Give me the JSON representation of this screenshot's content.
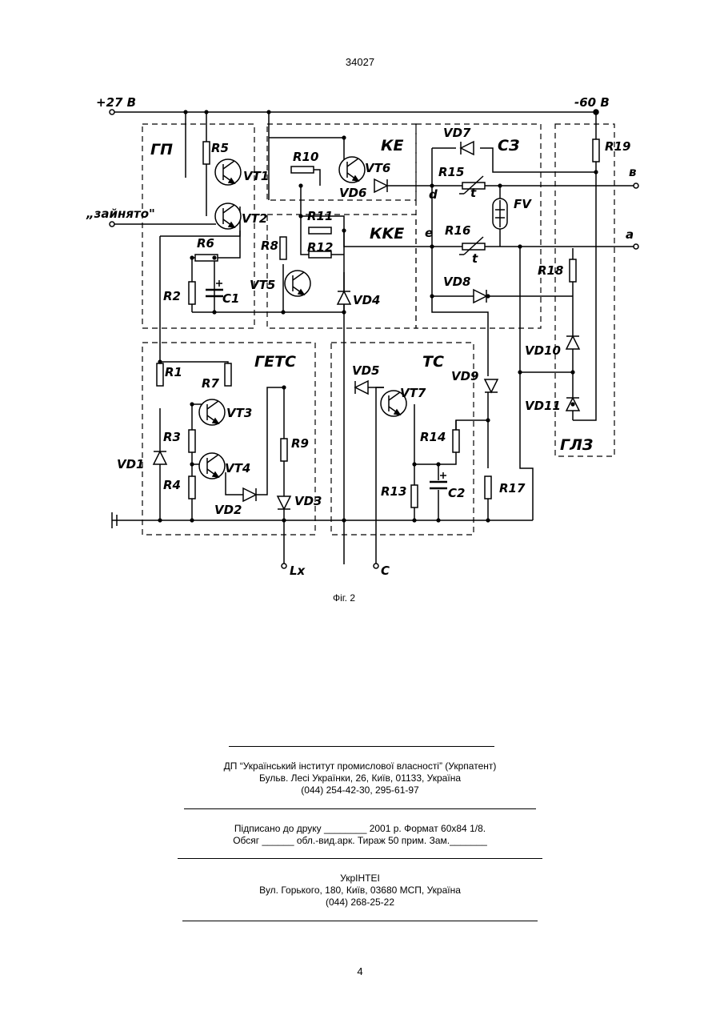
{
  "page": {
    "header_number": "34027",
    "footer_number": "4"
  },
  "figure": {
    "caption": "Фіг. 2",
    "supply_pos": "+27 B",
    "supply_neg": "-60 B",
    "input_busy": "„зайнято\"",
    "blocks": [
      "ГП",
      "КЕ",
      "КKE",
      "СЗ",
      "ГЕТС",
      "ТС",
      "ГЛЗ"
    ],
    "terminals": {
      "b": "в",
      "a": "а",
      "lx": "Lх",
      "c": "C",
      "d": "d",
      "e": "e",
      "fv": "FV"
    },
    "resistors": [
      "R1",
      "R2",
      "R3",
      "R4",
      "R5",
      "R6",
      "R7",
      "R8",
      "R9",
      "R10",
      "R11",
      "R12",
      "R13",
      "R14",
      "R15",
      "R16",
      "R17",
      "R18",
      "R19"
    ],
    "transistors": [
      "VT1",
      "VT2",
      "VT3",
      "VT4",
      "VT5",
      "VT6",
      "VT7"
    ],
    "diodes": [
      "VD1",
      "VD2",
      "VD3",
      "VD4",
      "VD5",
      "VD6",
      "VD7",
      "VD8",
      "VD9",
      "VD10",
      "VD11"
    ],
    "capacitors": [
      "C1",
      "C2"
    ],
    "thermistor_mark": "t"
  },
  "imprint": {
    "publisher_line1": "ДП “Український інститут промислової власності” (Укрпатент)",
    "publisher_line2": "Бульв. Лесі Українки, 26, Київ, 01133, Україна",
    "publisher_line3": "(044) 254-42-30, 295-61-97",
    "print_line1": "Підписано до друку ________ 2001 р.    Формат 60х84 1/8.",
    "print_line2": "Обсяг ______ обл.-вид.арк.   Тираж 50 прим.    Зам._______",
    "org_line1": "УкрІНТЕІ",
    "org_line2": "Вул. Горького, 180, Київ, 03680 МСП, Україна",
    "org_line3": "(044) 268-25-22"
  }
}
